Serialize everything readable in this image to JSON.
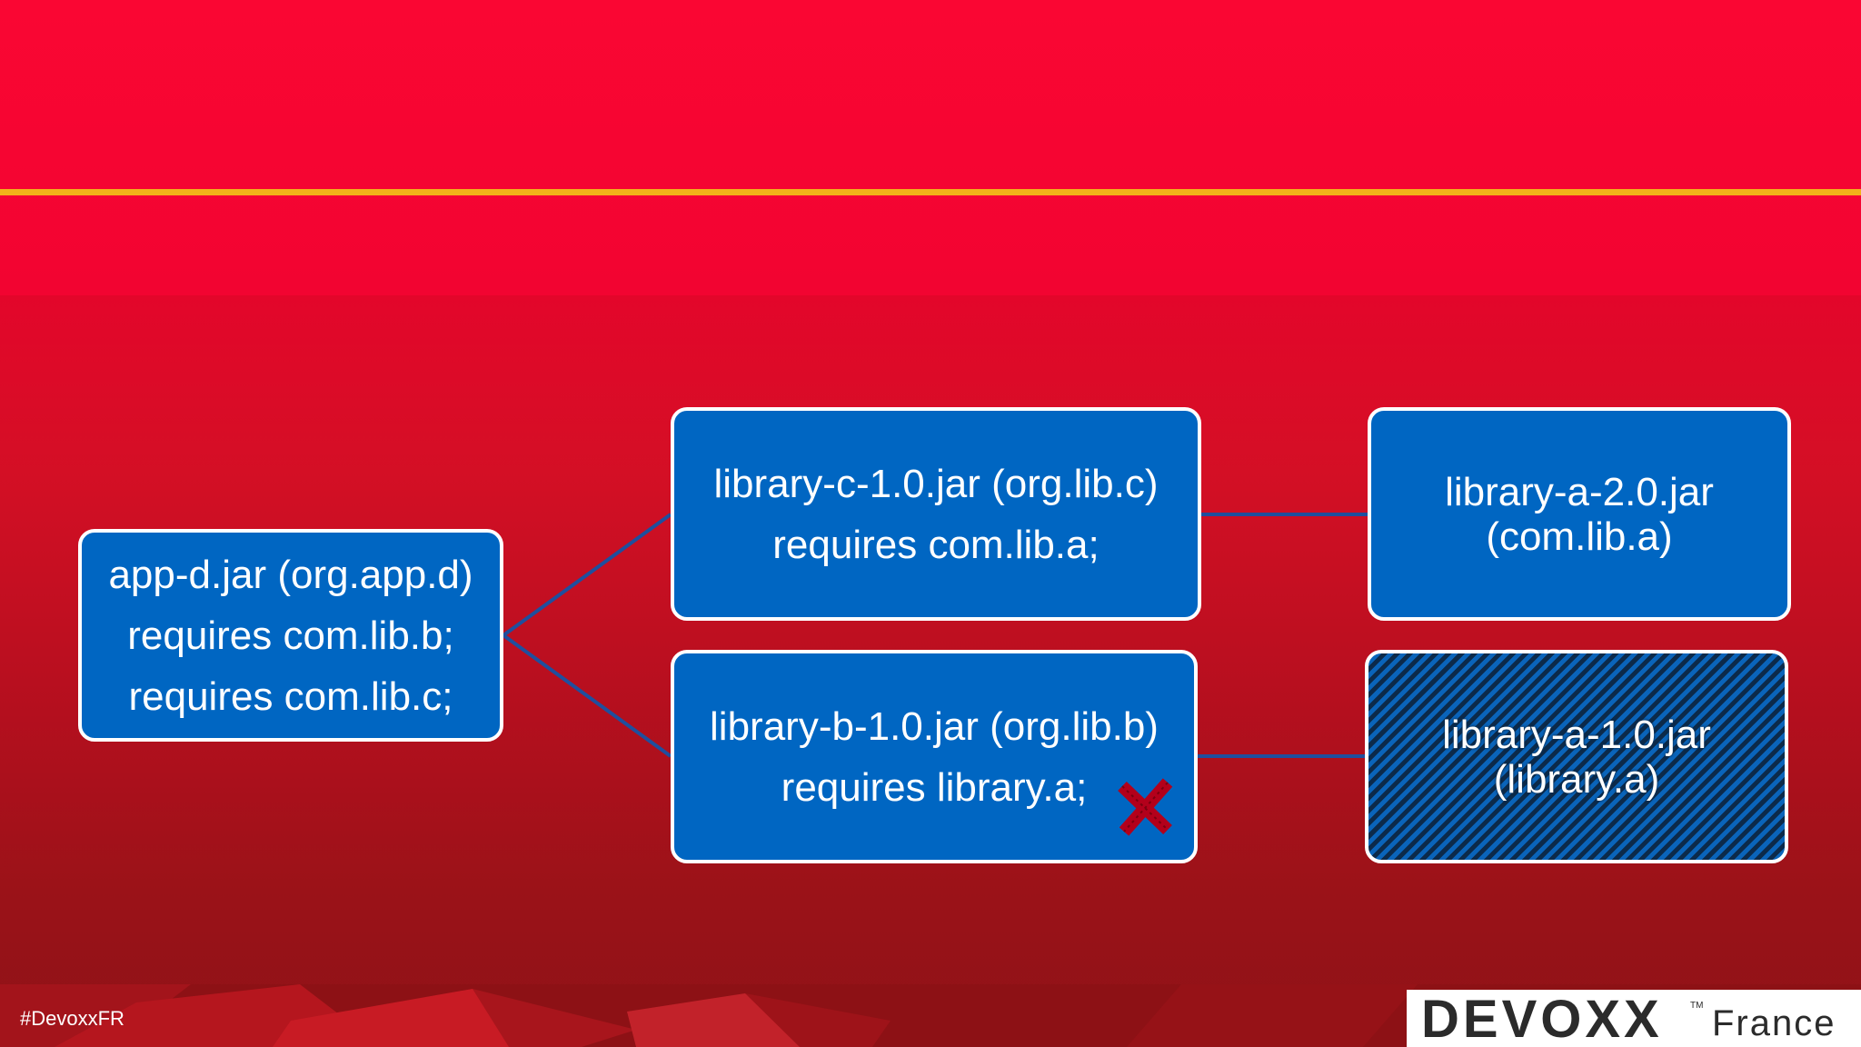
{
  "slide": {
    "hashtag": "#DevoxxFR",
    "logo": {
      "brand": "DEVOXX",
      "trademark": "TM",
      "region": "France"
    }
  },
  "diagram": {
    "nodes": {
      "app_d": {
        "lines": [
          "app-d.jar (org.app.d)",
          "requires com.lib.b;",
          "requires com.lib.c;"
        ]
      },
      "library_c": {
        "lines": [
          "library-c-1.0.jar (org.lib.c)",
          "requires com.lib.a;"
        ]
      },
      "library_b": {
        "lines": [
          "library-b-1.0.jar (org.lib.b)",
          "requires library.a;"
        ],
        "status": "error"
      },
      "library_a_2": {
        "lines": [
          "library-a-2.0.jar",
          "(com.lib.a)"
        ]
      },
      "library_a_1": {
        "lines": [
          "library-a-1.0.jar",
          "(library.a)"
        ],
        "style": "hatched"
      }
    },
    "edges": [
      {
        "from": "app_d",
        "to": "library_c"
      },
      {
        "from": "app_d",
        "to": "library_b"
      },
      {
        "from": "library_c",
        "to": "library_a_2"
      },
      {
        "from": "library_b",
        "to": "library_a_1"
      }
    ],
    "colors": {
      "node_fill": "#0066c2",
      "node_border": "#ffffff",
      "edge": "#1f4f9e",
      "error_mark": "#b3001b",
      "accent_line": "#f2b21a"
    }
  }
}
